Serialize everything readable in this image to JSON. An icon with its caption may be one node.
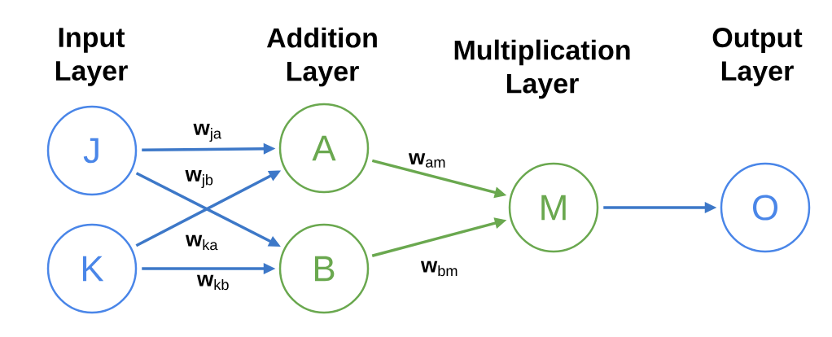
{
  "diagram": {
    "nodes": [
      {
        "text": [
          "J"
        ]
      },
      {
        "text": [
          "K"
        ]
      },
      {
        "text": [
          "A"
        ]
      },
      {
        "text": [
          "B"
        ]
      },
      {
        "text": [
          "M"
        ]
      },
      {
        "text": [
          "O"
        ]
      }
    ],
    "edges": [
      {
        "from": 0,
        "to": 2,
        "arrow": "to",
        "label": "**w**$_{ja}$"
      },
      {
        "from": 0,
        "to": 3,
        "arrow": "to",
        "label": "**w**$_{jb}$"
      },
      {
        "from": 1,
        "to": 2,
        "arrow": "to",
        "label": "**w**$_{ka}$"
      },
      {
        "from": 1,
        "to": 3,
        "arrow": "to",
        "label": "**w**$_{kb}$"
      },
      {
        "from": 2,
        "to": 4,
        "arrow": "to",
        "label": "**w**$_{am}$",
        "color": "#6aa84f"
      },
      {
        "from": 3,
        "to": 4,
        "arrow": "to",
        "label": "**w**$_{bm}$",
        "color": "#6aa84f"
      },
      {
        "from": 4,
        "to": 5,
        "arrow": "to"
      }
    ],
    "labels": [
      "Input Layer",
      "Addition Layer",
      "Multiplication Layer",
      "Output Layer"
    ]
  }
}
